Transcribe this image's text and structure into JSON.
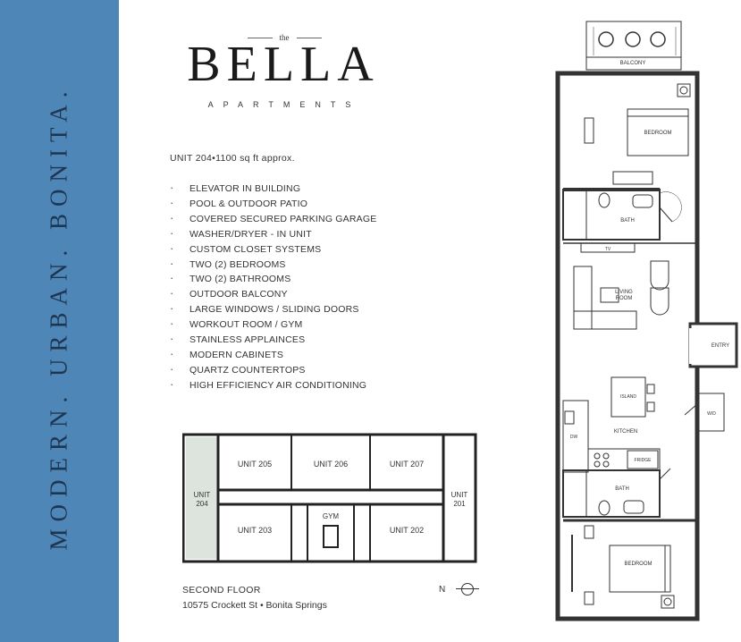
{
  "tagline": "MODERN. URBAN. BONITA.",
  "logo": {
    "the": "the",
    "name": "BELLA",
    "sub": "APARTMENTS"
  },
  "unit_info": "UNIT 204•1100 sq ft approx.",
  "features": [
    "ELEVATOR IN BUILDING",
    "POOL & OUTDOOR PATIO",
    "COVERED SECURED PARKING GARAGE",
    "WASHER/DRYER - IN UNIT",
    "CUSTOM CLOSET SYSTEMS",
    "TWO (2) BEDROOMS",
    "TWO (2) BATHROOMS",
    "OUTDOOR BALCONY",
    "LARGE WINDOWS / SLIDING DOORS",
    "WORKOUT ROOM / GYM",
    "STAINLESS APPLAINCES",
    "MODERN CABINETS",
    "QUARTZ COUNTERTOPS",
    "HIGH EFFICIENCY AIR CONDITIONING"
  ],
  "floorplan": {
    "unit205": "UNIT 205",
    "unit206": "UNIT 206",
    "unit207": "UNIT 207",
    "unit203": "UNIT 203",
    "unit202": "UNIT 202",
    "unit204_a": "UNIT",
    "unit204_b": "204",
    "unit201_a": "UNIT",
    "unit201_b": "201",
    "gym": "GYM"
  },
  "floor_label": "SECOND FLOOR",
  "address": "10575 Crockett St • Bonita Springs",
  "north": "N",
  "unit_plan": {
    "balcony": "BALCONY",
    "bedroom": "BEDROOM",
    "bath": "BATH",
    "tv": "TV",
    "living": "LIVING",
    "room": "ROOM",
    "entry": "ENTRY",
    "island": "ISLAND",
    "kitchen": "KITCHEN",
    "wd": "W/D",
    "fridge": "FRIDGE",
    "dw": "DW"
  }
}
